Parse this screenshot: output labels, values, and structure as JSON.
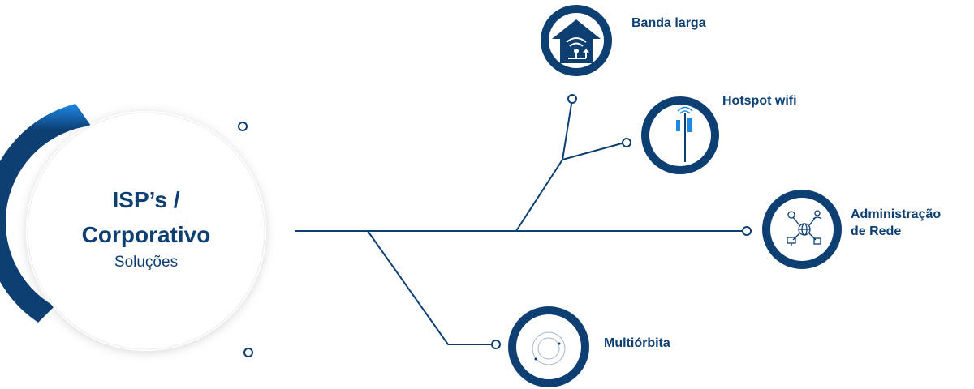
{
  "hub": {
    "title_line1": "ISP’s /",
    "title_line2": "Corporativo",
    "subtitle": "Soluções"
  },
  "nodes": [
    {
      "label": "Banda larga",
      "icon": "house-wifi-icon"
    },
    {
      "label": "Hotspot wifi",
      "icon": "wifi-tower-icon"
    },
    {
      "label_line1": "Administração",
      "label_line2": "de Rede",
      "icon": "network-admin-icon"
    },
    {
      "label": "Multiórbita",
      "icon": "orbit-icon"
    }
  ],
  "colors": {
    "navy": "#0d3f73",
    "accent_blue": "#1e88e5",
    "line": "#0d3f73",
    "ring_bg": "#ffffff"
  }
}
